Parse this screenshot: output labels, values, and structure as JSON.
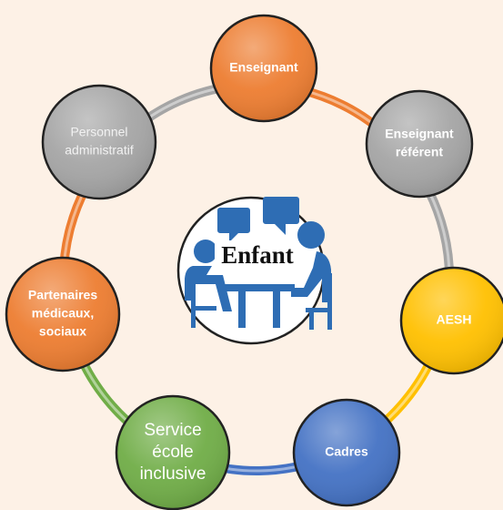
{
  "diagram": {
    "center": {
      "label": "Enfant"
    },
    "nodes": [
      {
        "id": "enseignant",
        "lines": [
          "Enseignant"
        ],
        "color": "#ed7d31"
      },
      {
        "id": "enseignant-referent",
        "lines": [
          "Enseignant",
          "référent"
        ],
        "color": "#a5a5a5"
      },
      {
        "id": "aesh",
        "lines": [
          "AESH"
        ],
        "color": "#ffc000"
      },
      {
        "id": "cadres",
        "lines": [
          "Cadres"
        ],
        "color": "#4472c4"
      },
      {
        "id": "service-ecole-inclusive",
        "lines": [
          "Service",
          "école",
          "inclusive"
        ],
        "color": "#70ad47"
      },
      {
        "id": "partenaires",
        "lines": [
          "Partenaires",
          "médicaux,",
          "sociaux"
        ],
        "color": "#ed7d31"
      },
      {
        "id": "personnel-administratif",
        "lines": [
          "Personnel",
          "administratif"
        ],
        "color": "#a5a5a5"
      }
    ],
    "connectors": [
      {
        "from": "enseignant",
        "to": "enseignant-referent",
        "color": "#ed7d31"
      },
      {
        "from": "enseignant-referent",
        "to": "aesh",
        "color": "#a5a5a5"
      },
      {
        "from": "aesh",
        "to": "cadres",
        "color": "#ffc000"
      },
      {
        "from": "cadres",
        "to": "service-ecole-inclusive",
        "color": "#4472c4"
      },
      {
        "from": "service-ecole-inclusive",
        "to": "partenaires",
        "color": "#70ad47"
      },
      {
        "from": "partenaires",
        "to": "personnel-administratif",
        "color": "#ed7d31"
      },
      {
        "from": "personnel-administratif",
        "to": "enseignant",
        "color": "#a5a5a5"
      }
    ],
    "icon_color": "#2e6db4"
  }
}
